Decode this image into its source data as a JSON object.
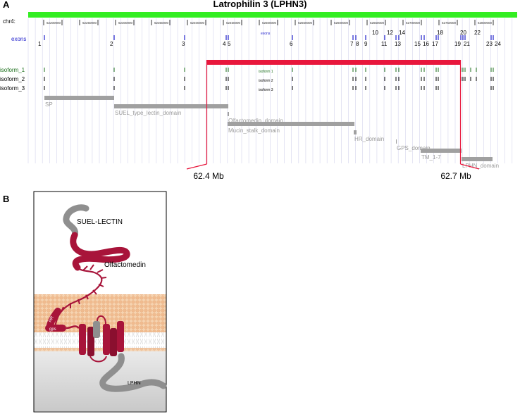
{
  "panelA": {
    "label": "A",
    "title": "Latrophilin 3 (LPHN3)",
    "chromosome": "chr4:",
    "coordinate_ticks": [
      "62200000",
      "62250000",
      "62300000",
      "62350000",
      "62400000",
      "62450000",
      "62500000",
      "62550000",
      "62600000",
      "62650000",
      "62700000",
      "62750000",
      "62800000"
    ],
    "rows": {
      "exons": "exons",
      "isoform_1": "isoform_1",
      "isoform_2": "isoform_2",
      "isoform_3": "isoform_3"
    },
    "inline_labels": {
      "exons": "exons",
      "isoform_1": "isoform 1",
      "isoform_2": "isoform 2",
      "isoform_3": "isoform 3"
    },
    "exon_numbers": [
      "1",
      "2",
      "3",
      "4",
      "5",
      "6",
      "7",
      "8",
      "9",
      "10",
      "11",
      "12",
      "13",
      "14",
      "15",
      "16",
      "17",
      "18",
      "19",
      "20",
      "21",
      "22",
      "23",
      "24"
    ],
    "domains": [
      "SP",
      "SUEL_type_lectin_domain",
      "Olfactomedin_domain",
      "Mucin_stalk_domain",
      "HR_domain",
      "GPS_domain",
      "TM_1-7",
      "LPHN_domain"
    ],
    "region_labels": [
      "62.4 Mb",
      "62.7 Mb"
    ],
    "colors": {
      "header_bar": "#33ee22",
      "region": "#e8173c",
      "exon": "#2222cc",
      "isoform_label": "#1a6e1a",
      "domain": "#a0a0a0",
      "grid": "#c8c8e8"
    }
  },
  "panelB": {
    "label": "B",
    "labels": [
      "SUEL-LECTIN",
      "Olfactomedin",
      "HR",
      "gps",
      "LPHN"
    ],
    "colors": {
      "protein": "#a8143a",
      "membrane": "#f3c9a2",
      "tail": "#8f8f8f",
      "cytoplasm": "#d9d9d9"
    }
  }
}
